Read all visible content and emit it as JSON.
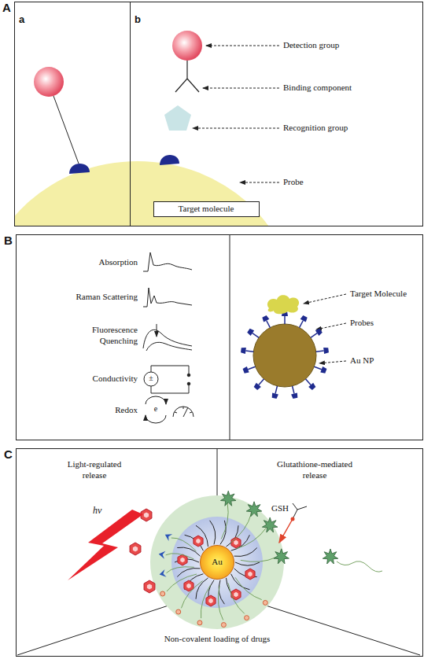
{
  "diagram": {
    "nodes": [
      {
        "text": [
          "A"
        ]
      },
      {
        "text": [
          "a"
        ],
        "in": 0
      },
      {
        "text": [
          "b"
        ],
        "in": 0
      },
      {
        "text": [
          "Target molecule"
        ],
        "in": 2
      },
      {
        "text": [
          "B"
        ]
      },
      {
        "text": [
          "C"
        ]
      },
      {
        "text": [
          "Au"
        ],
        "in": 5
      }
    ],
    "labels": [
      "Detection group",
      "Binding component",
      "Recognition group",
      "Probe",
      "Absorption",
      "Raman Scattering",
      "Fluorescence Quenching",
      "Conductivity",
      "Redox",
      "±",
      "e",
      "Target Molecule",
      "Probes",
      "Au NP",
      "Light-regulated release",
      "Glutathione-mediated release",
      "hv",
      "GSH",
      "Non-covalent loading of drugs"
    ]
  }
}
